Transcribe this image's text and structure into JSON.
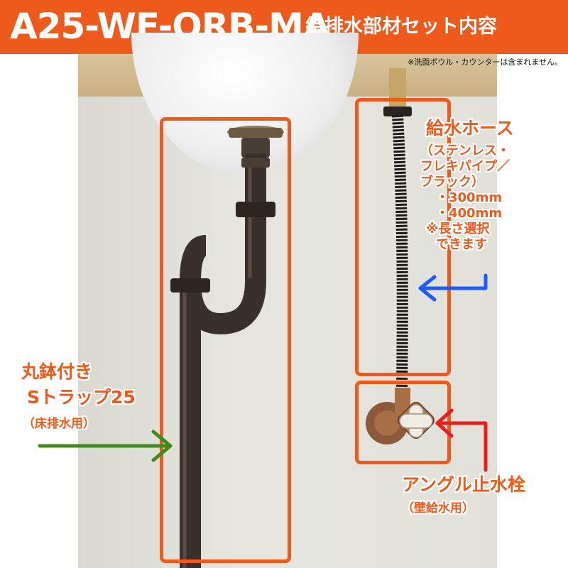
{
  "header": {
    "model_code": "A25-WF-ORB-MA",
    "title": "給排水部材セット内容"
  },
  "note": "※洗面ボウル・カウンターは含まれません。",
  "callouts": {
    "hose": {
      "title": "給水ホース",
      "detail": [
        "（ステンレス・",
        "フレキパイプ／",
        "ブラック）",
        "・300mm",
        "・400mm",
        "※長さ選択",
        "できます"
      ],
      "arrow_color": "#1e5bff"
    },
    "trap": {
      "title_line1": "丸鉢付き",
      "title_line2": "Sトラップ25",
      "usage": "（床排水用）",
      "arrow_color": "#3f8a1c"
    },
    "valve": {
      "title": "アングル止水栓",
      "usage": "（壁給水用）",
      "arrow_color": "#e81e1e"
    }
  },
  "colors": {
    "accent": "#ee5a1c",
    "pipe": "#3a302b"
  }
}
